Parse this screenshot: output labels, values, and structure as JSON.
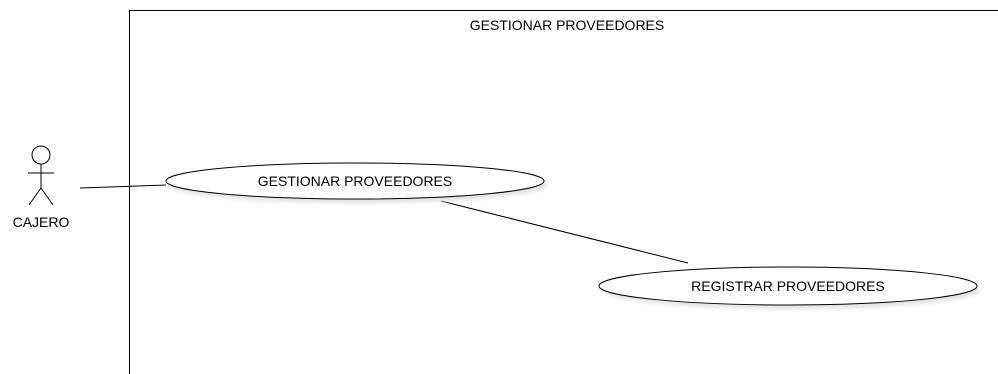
{
  "system": {
    "title": "GESTIONAR PROVEEDORES"
  },
  "actors": [
    {
      "label": "CAJERO"
    }
  ],
  "use_cases": [
    {
      "label": "GESTIONAR PROVEEDORES"
    },
    {
      "label": "REGISTRAR PROVEEDORES"
    }
  ],
  "colors": {
    "line": "#000000",
    "shadow": "#e2e2e2",
    "fill": "#ffffff"
  }
}
